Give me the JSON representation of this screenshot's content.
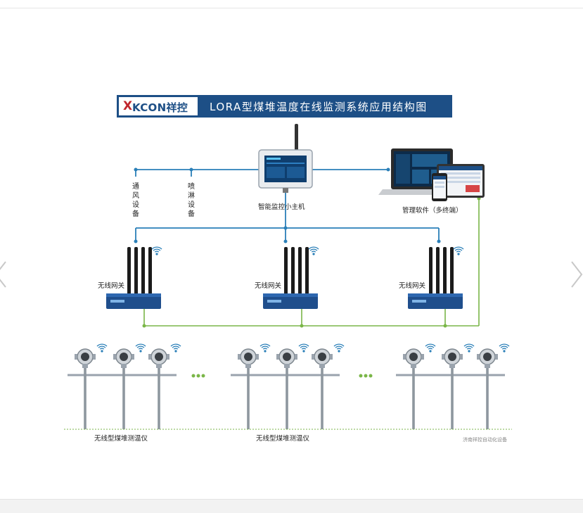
{
  "logo": {
    "mark": "X",
    "text": "KCON祥控"
  },
  "title": "LORA型煤堆温度在线监测系统应用结构图",
  "labels": {
    "host": "智能监控小主机",
    "software": "管理软件（多终端）",
    "ventilation": "通风设备",
    "spray": "喷淋设备",
    "gateway": "无线网关",
    "sensor": "无线型煤堆测温仪",
    "ellipsis": "···",
    "watermark": "济南祥控自动化设备"
  },
  "colors": {
    "title_bg": "#1d4f86",
    "network_line": "#2a7fb8",
    "signal_line": "#7ab648",
    "device_blue": "#1f4e8c",
    "sensor_metal": "#9aa3ad",
    "accent_red": "#c0262d"
  },
  "nav": {
    "prev": "chevron-left-icon",
    "next": "chevron-right-icon"
  }
}
